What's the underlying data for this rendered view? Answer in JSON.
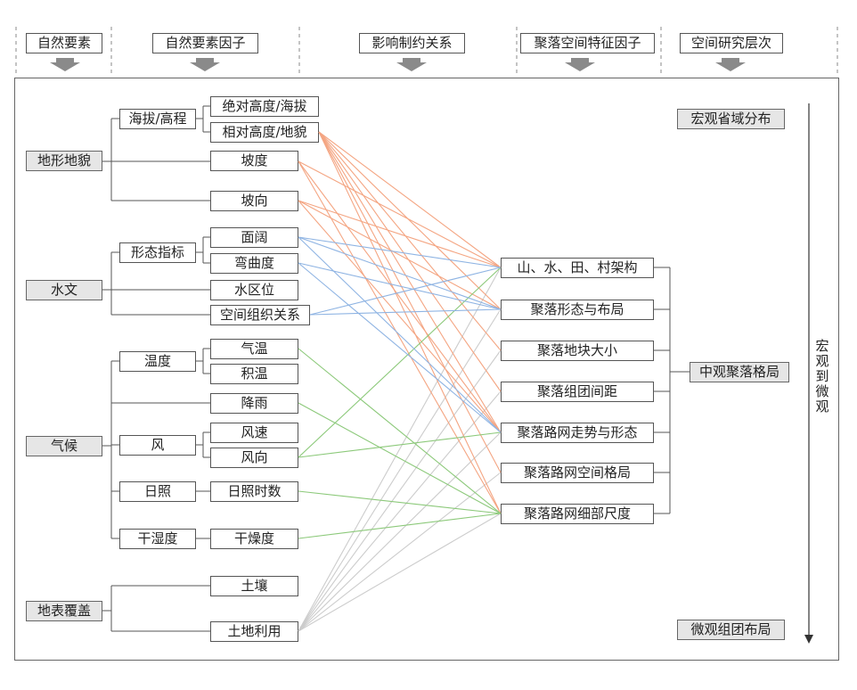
{
  "header": {
    "col1": "自然要素",
    "col2": "自然要素因子",
    "col3": "影响制约关系",
    "col4": "聚落空间特征因子",
    "col5": "空间研究层次"
  },
  "elements": {
    "terrain": "地形地貌",
    "hydrology": "水文",
    "climate": "气候",
    "landcover": "地表覆盖"
  },
  "mid_factors": {
    "altitude": "海拔/高程",
    "morphology_index": "形态指标",
    "temperature": "温度",
    "wind": "风",
    "sunshine": "日照",
    "dry_humidity": "干湿度"
  },
  "factors": {
    "absolute_height": "绝对高度/海拔",
    "relative_height": "相对高度/地貌",
    "slope": "坡度",
    "aspect": "坡向",
    "water_area": "面阔",
    "curvature": "弯曲度",
    "water_location": "水区位",
    "spatial_organization": "空间组织关系",
    "air_temperature": "气温",
    "accumulated_temperature": "积温",
    "rainfall": "降雨",
    "wind_speed": "风速",
    "wind_direction": "风向",
    "sunshine_hours": "日照时数",
    "dryness": "干燥度",
    "soil": "土壤",
    "land_use": "土地利用"
  },
  "features": {
    "framework": "山、水、田、村架构",
    "form_layout": "聚落形态与布局",
    "plot_size": "聚落地块大小",
    "cluster_spacing": "聚落组团间距",
    "road_trend": "聚落路网走势与形态",
    "road_pattern": "聚落路网空间格局",
    "road_scale": "聚落路网细部尺度"
  },
  "levels": {
    "macro": "宏观省域分布",
    "meso": "中观聚落格局",
    "micro": "微观组团布局",
    "axis_label": [
      "宏",
      "观",
      "到",
      "微",
      "观"
    ]
  },
  "colors": {
    "terrain_links": "#f4a582",
    "hydrology_links": "#8fb4e3",
    "climate_links": "#8cc97a",
    "landcover_links": "#cccccc",
    "box_shaded": "#e6e6e6",
    "line": "#555555"
  },
  "links": {
    "terrain_links": [
      [
        "relative_height",
        "framework"
      ],
      [
        "relative_height",
        "form_layout"
      ],
      [
        "relative_height",
        "plot_size"
      ],
      [
        "relative_height",
        "cluster_spacing"
      ],
      [
        "relative_height",
        "road_trend"
      ],
      [
        "relative_height",
        "road_pattern"
      ],
      [
        "relative_height",
        "road_scale"
      ],
      [
        "slope",
        "framework"
      ],
      [
        "slope",
        "road_trend"
      ],
      [
        "slope",
        "road_scale"
      ],
      [
        "aspect",
        "framework"
      ],
      [
        "aspect",
        "form_layout"
      ],
      [
        "aspect",
        "road_trend"
      ]
    ],
    "hydrology_links": [
      [
        "water_area",
        "framework"
      ],
      [
        "water_area",
        "form_layout"
      ],
      [
        "water_area",
        "road_trend"
      ],
      [
        "curvature",
        "form_layout"
      ],
      [
        "curvature",
        "road_trend"
      ],
      [
        "spatial_organization",
        "framework"
      ],
      [
        "spatial_organization",
        "form_layout"
      ]
    ],
    "climate_links": [
      [
        "air_temperature",
        "road_scale"
      ],
      [
        "rainfall",
        "road_scale"
      ],
      [
        "wind_direction",
        "framework"
      ],
      [
        "wind_direction",
        "road_trend"
      ],
      [
        "sunshine_hours",
        "road_scale"
      ],
      [
        "dryness",
        "road_scale"
      ]
    ],
    "landcover_links": [
      [
        "land_use",
        "framework"
      ],
      [
        "land_use",
        "form_layout"
      ],
      [
        "land_use",
        "plot_size"
      ],
      [
        "land_use",
        "cluster_spacing"
      ],
      [
        "land_use",
        "road_trend"
      ],
      [
        "land_use",
        "road_pattern"
      ],
      [
        "land_use",
        "road_scale"
      ]
    ]
  }
}
